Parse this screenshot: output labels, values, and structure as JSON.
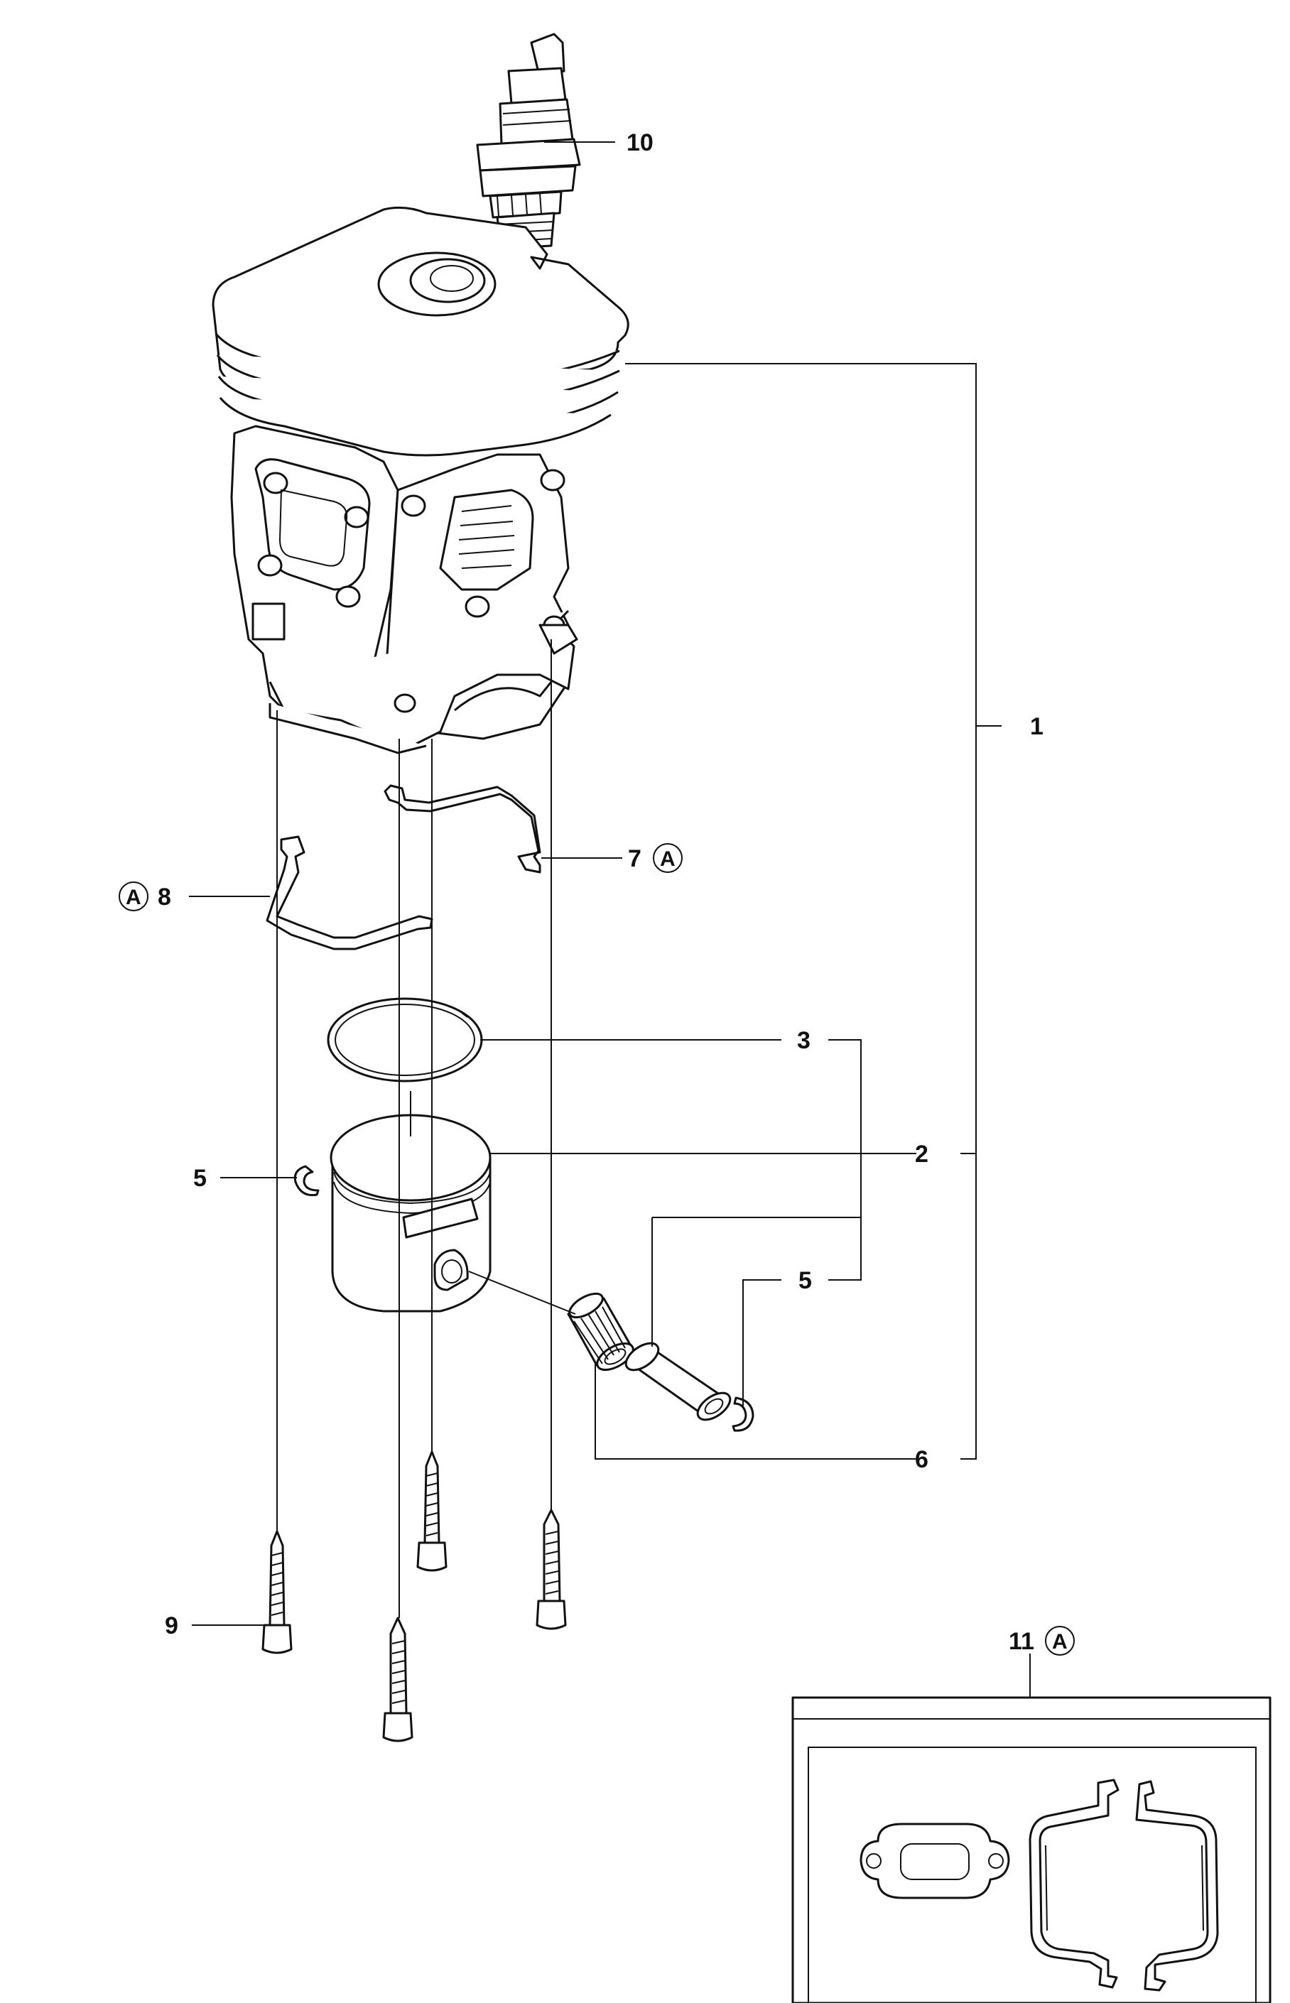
{
  "callouts": {
    "c1": "1",
    "c2": "2",
    "c3": "3",
    "c5a": "5",
    "c5b": "5",
    "c6": "6",
    "c7": "7",
    "c8": "8",
    "c9": "9",
    "c10": "10",
    "c11": "11"
  },
  "marker": "A"
}
